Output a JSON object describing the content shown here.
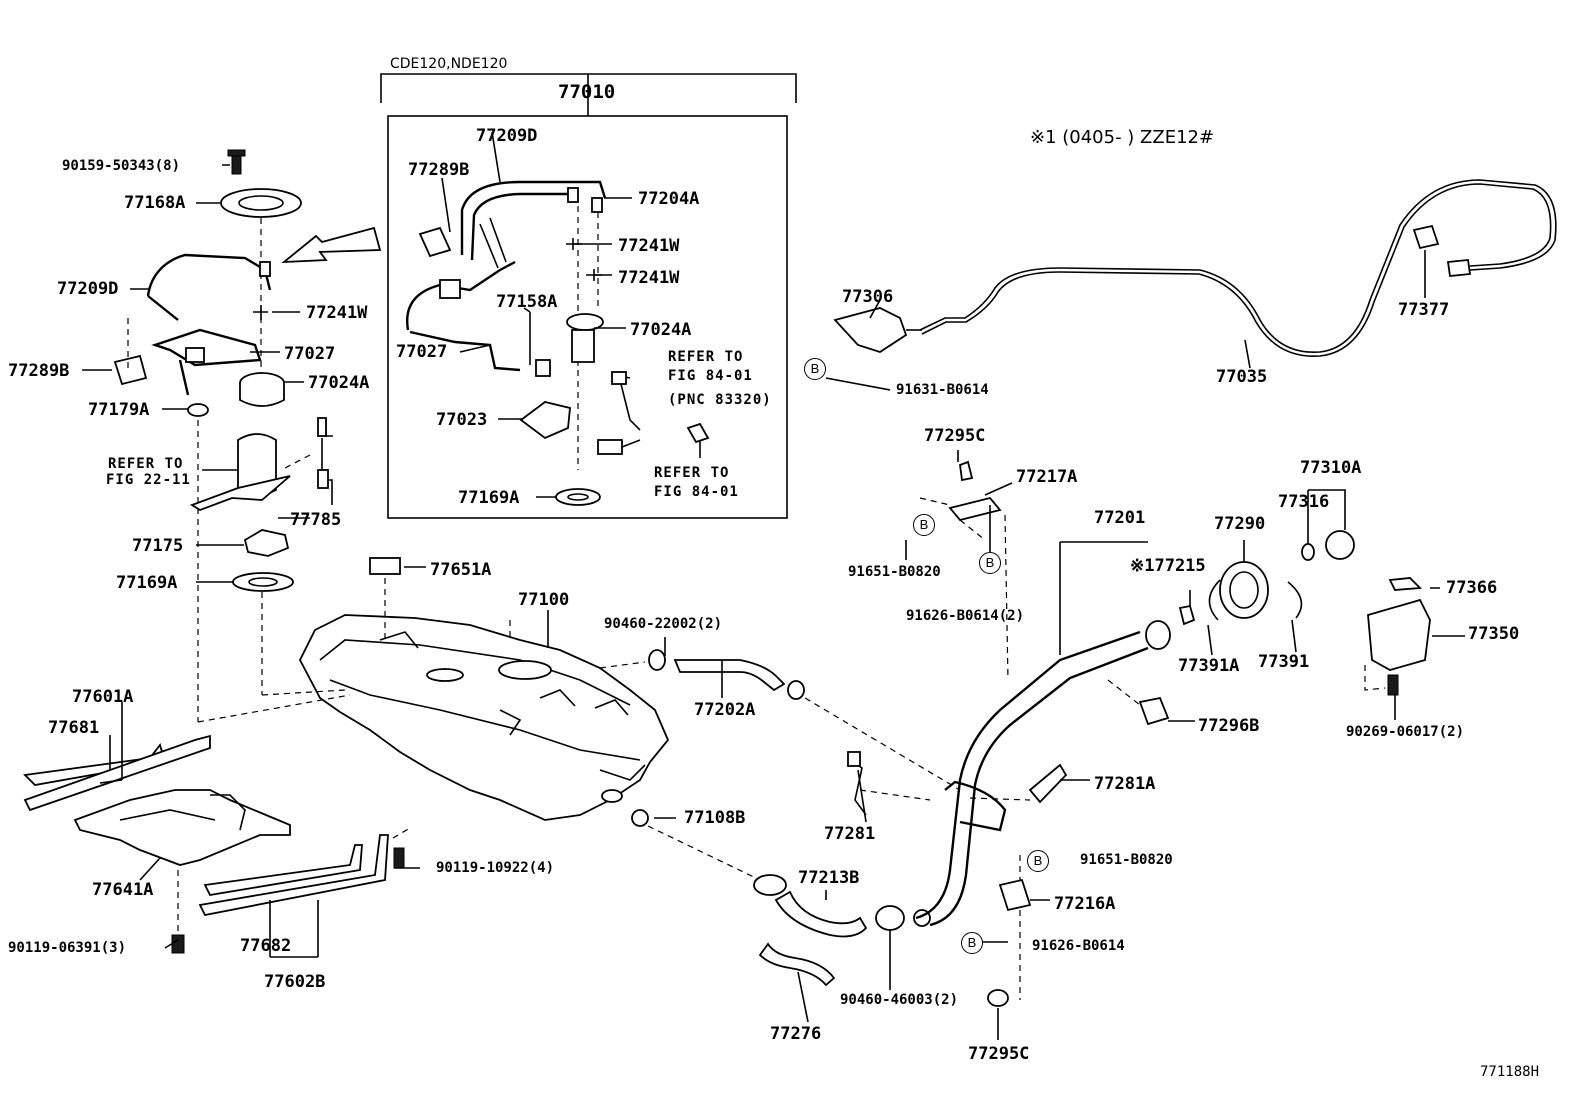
{
  "header": {
    "variant": "CDE120,NDE120",
    "assembly": "77010"
  },
  "note": "※1 (0405-   ) ZZE12#",
  "labels": {
    "p90159": "90159-50343(8)",
    "p77168A": "77168A",
    "p77209D_l": "77209D",
    "p77241W_l": "77241W",
    "p77027_l": "77027",
    "p77289B_l": "77289B",
    "p77024A_l": "77024A",
    "p77179A": "77179A",
    "p77785": "77785",
    "p77175": "77175",
    "p77169A_l": "77169A",
    "p77651A": "77651A",
    "p77100": "77100",
    "p90460_22002": "90460-22002(2)",
    "p77202A": "77202A",
    "p77601A": "77601A",
    "p77681": "77681",
    "p77641A": "77641A",
    "p90119_06391": "90119-06391(3)",
    "p77682": "77682",
    "p77602B": "77602B",
    "p90119_10922": "90119-10922(4)",
    "p77108B": "77108B",
    "p77213B": "77213B",
    "p77276": "77276",
    "p90460_46003": "90460-46003(2)",
    "p77281": "77281",
    "p77281A": "77281A",
    "p77295C_t": "77295C",
    "p77217A": "77217A",
    "p91651_B0820_a": "91651-B0820",
    "p91626_B0614_2": "91626-B0614(2)",
    "p77201": "77201",
    "p177215": "※177215",
    "p77290": "77290",
    "p77316": "77316",
    "p77310A": "77310A",
    "p77366": "77366",
    "p77350": "77350",
    "p77391A": "77391A",
    "p77391": "77391",
    "p77296B": "77296B",
    "p90269": "90269-06017(2)",
    "p91651_B0820_b": "91651-B0820",
    "p77216A": "77216A",
    "p91626_B0614": "91626-B0614",
    "p77295C_b": "77295C",
    "p77306": "77306",
    "p91631": "91631-B0614",
    "p77035": "77035",
    "p77377": "77377",
    "i77209D": "77209D",
    "i77289B": "77289B",
    "i77204A": "77204A",
    "i77241W_a": "77241W",
    "i77241W_b": "77241W",
    "i77158A": "77158A",
    "i77027": "77027",
    "i77024A": "77024A",
    "i77023": "77023",
    "i77169A": "77169A",
    "refer1": "REFER TO",
    "refer1b": "FIG 84-01",
    "refer1c": "(PNC 83320)",
    "refer2": "REFER TO",
    "refer2b": "FIG 84-01",
    "refer3": "REFER TO",
    "refer3b": "FIG 22-11",
    "fig_id": "771188H"
  },
  "bolt_marker": "B"
}
